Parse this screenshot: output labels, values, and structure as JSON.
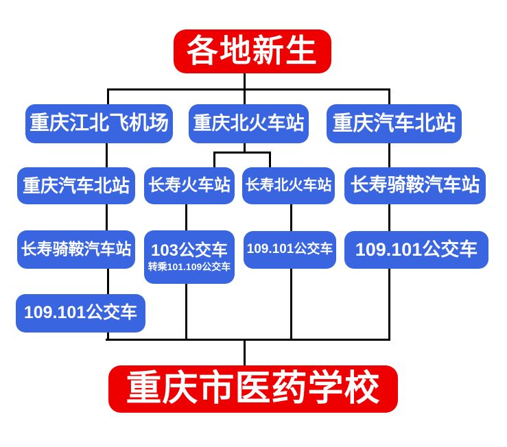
{
  "flowchart": {
    "start": {
      "label": "各地新生"
    },
    "end": {
      "label": "重庆市医药学校"
    },
    "row1": [
      {
        "label": "重庆江北飞机场"
      },
      {
        "label": "重庆北火车站"
      },
      {
        "label": "重庆汽车北站"
      }
    ],
    "row2": [
      {
        "label": "重庆汽车北站"
      },
      {
        "label": "长寿火车站"
      },
      {
        "label": "长寿北火车站"
      },
      {
        "label": "长寿骑鞍汽车站"
      }
    ],
    "row3": [
      {
        "label": "长寿骑鞍汽车站"
      },
      {
        "label": "103公交车",
        "sublabel": "转乘101.109公交车"
      },
      {
        "label": "109.101公交车"
      },
      {
        "label": "109.101公交车"
      }
    ],
    "row4": [
      {
        "label": "109.101公交车"
      }
    ],
    "colors": {
      "node_blue": "#3a65e0",
      "node_red": "#ee0000",
      "connector": "#000000",
      "text": "#ffffff"
    }
  }
}
